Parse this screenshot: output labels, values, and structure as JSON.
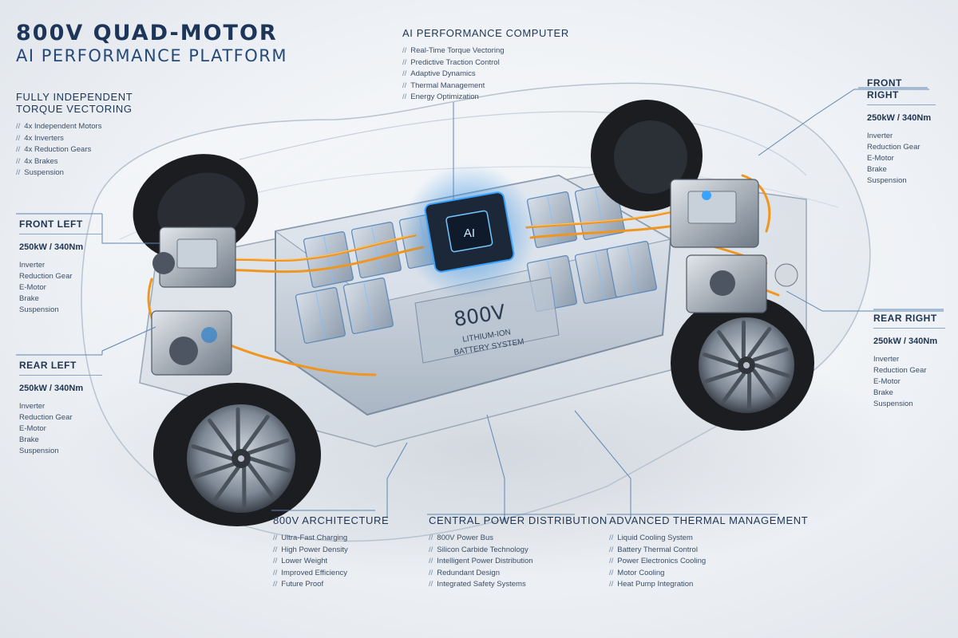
{
  "header": {
    "title": "800V QUAD-MOTOR",
    "subtitle": "AI PERFORMANCE PLATFORM"
  },
  "torque_vectoring": {
    "heading_line1": "FULLY INDEPENDENT",
    "heading_line2": "TORQUE VECTORING",
    "items": [
      "4x Independent Motors",
      "4x Inverters",
      "4x Reduction Gears",
      "4x Brakes",
      "Suspension"
    ]
  },
  "ai_computer": {
    "heading": "AI PERFORMANCE COMPUTER",
    "chip_label": "AI",
    "items": [
      "Real-Time Torque Vectoring",
      "Predictive Traction Control",
      "Adaptive Dynamics",
      "Thermal Management",
      "Energy Optimization"
    ]
  },
  "front_left": {
    "heading": "FRONT LEFT",
    "spec": "250kW / 340Nm",
    "items": [
      "Inverter",
      "Reduction Gear",
      "E-Motor",
      "Brake",
      "Suspension"
    ]
  },
  "rear_left": {
    "heading": "REAR LEFT",
    "spec": "250kW / 340Nm",
    "items": [
      "Inverter",
      "Reduction Gear",
      "E-Motor",
      "Brake",
      "Suspension"
    ]
  },
  "front_right": {
    "heading": "FRONT RIGHT",
    "spec": "250kW / 340Nm",
    "items": [
      "Inverter",
      "Reduction Gear",
      "E-Motor",
      "Brake",
      "Suspension"
    ]
  },
  "rear_right": {
    "heading": "REAR RIGHT",
    "spec": "250kW / 340Nm",
    "items": [
      "Inverter",
      "Reduction Gear",
      "E-Motor",
      "Brake",
      "Suspension"
    ]
  },
  "battery": {
    "voltage": "800V",
    "line1": "LITHIUM-ION",
    "line2": "BATTERY SYSTEM"
  },
  "architecture": {
    "heading": "800V ARCHITECTURE",
    "items": [
      "Ultra-Fast Charging",
      "High Power Density",
      "Lower Weight",
      "Improved Efficiency",
      "Future Proof"
    ]
  },
  "power_distribution": {
    "heading": "CENTRAL POWER DISTRIBUTION",
    "items": [
      "800V Power Bus",
      "Silicon Carbide Technology",
      "Intelligent Power Distribution",
      "Redundant Design",
      "Integrated Safety Systems"
    ]
  },
  "thermal": {
    "heading": "ADVANCED THERMAL MANAGEMENT",
    "items": [
      "Liquid Cooling System",
      "Battery Thermal Control",
      "Power Electronics Cooling",
      "Motor Cooling",
      "Heat Pump Integration"
    ]
  },
  "colors": {
    "background": "#eef1f5",
    "title": "#1d3558",
    "coolant_orange": "#f0961e",
    "glow_blue": "#3aa3ff",
    "tire": "#1b1d21",
    "leader_line": "#5f87b4"
  }
}
